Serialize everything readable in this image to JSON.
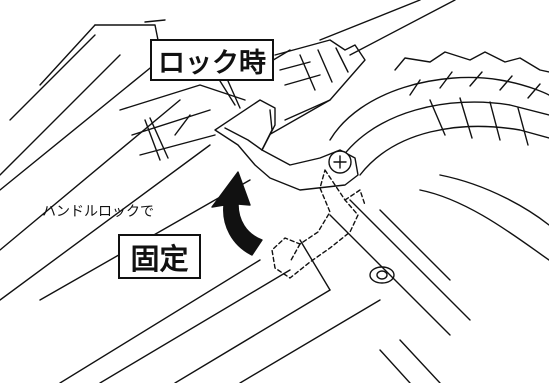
{
  "labels": {
    "lock_state": "ロック時",
    "action": "ハンドルロックで",
    "fixed": "固定"
  },
  "colors": {
    "line": "#111111",
    "background": "#ffffff",
    "lever_fill": "#ffffff",
    "arrow": "#111111"
  },
  "icons": {
    "rotation_arrow": "curved-arrow-icon",
    "screw": "phillips-screw-icon"
  }
}
